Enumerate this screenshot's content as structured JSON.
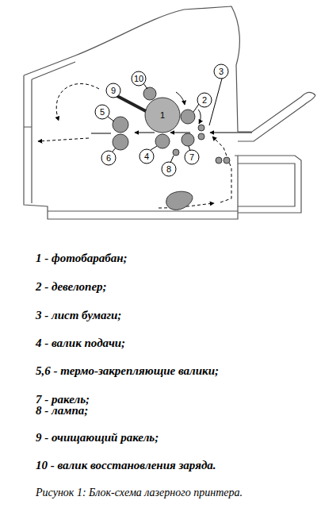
{
  "diagram": {
    "caption": "Рисунок 1: Блок-схема лазерного принтера.",
    "labels": [
      "10",
      "9",
      "3",
      "2",
      "1",
      "5",
      "6",
      "4",
      "7",
      "8",
      "1 - фотобарабан;",
      "2 - девелопер;",
      "3 - лист бумаги;",
      "4 - валик подачи;",
      "5,6 - термо-закрепляющие валики;",
      "7 - ракель;",
      "8 - лампа;",
      "9 - очищающий ракель;",
      "10 - валик восстановления заряда."
    ]
  }
}
